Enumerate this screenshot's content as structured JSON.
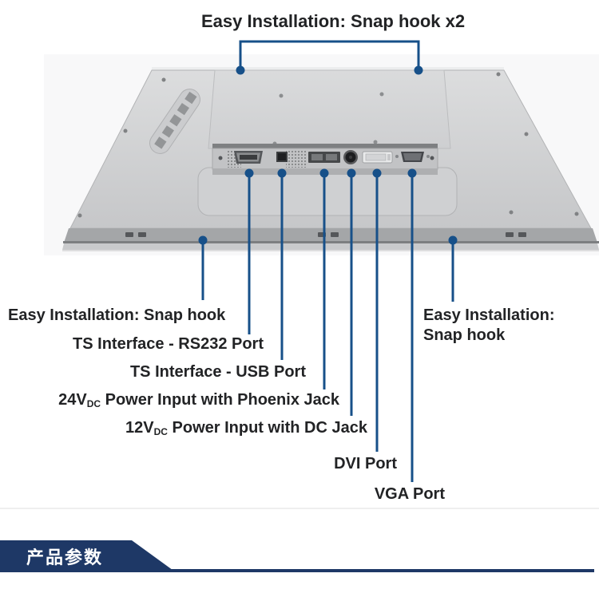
{
  "colors": {
    "callout_blue": "#175089",
    "banner_navy": "#1e3866",
    "text_dark": "#222325",
    "banner_text": "#ffffff"
  },
  "annotations": {
    "top": {
      "label": "Easy Installation: Snap hook x2"
    },
    "snap_left": {
      "label": "Easy Installation: Snap hook"
    },
    "snap_right": {
      "line1": "Easy Installation:",
      "line2": "Snap hook"
    },
    "rs232": {
      "label": "TS Interface - RS232 Port"
    },
    "usb": {
      "label": "TS Interface - USB Port"
    },
    "power24": {
      "pre": "24V",
      "sub": "DC",
      "post": " Power Input with Phoenix Jack"
    },
    "power12": {
      "pre": "12V",
      "sub": "DC",
      "post": " Power Input with DC Jack"
    },
    "dvi": {
      "label": "DVI Port"
    },
    "vga": {
      "label": "VGA Port"
    }
  },
  "device": {
    "name": "panel-pc-rear-view",
    "ports": [
      "rs232-db9",
      "usb",
      "phoenix-jack",
      "dc-jack",
      "dvi",
      "vga"
    ]
  },
  "section": {
    "banner_label": "产品参数"
  }
}
